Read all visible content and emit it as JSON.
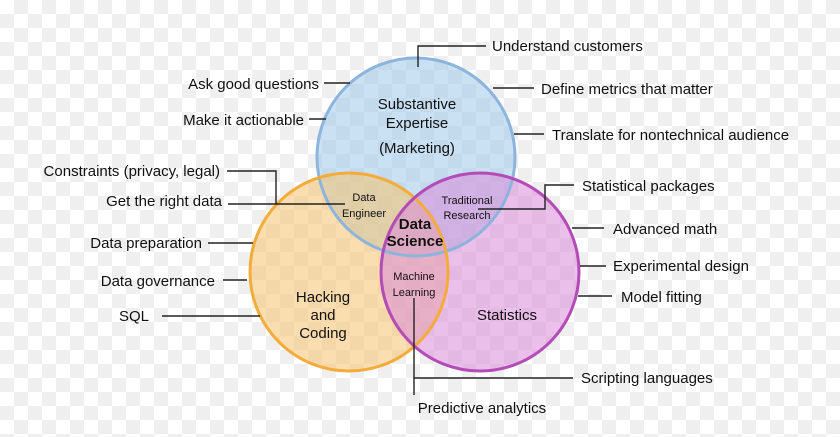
{
  "colors": {
    "expertise_fill": "#9ec6ea",
    "expertise_stroke": "#8db4dc",
    "hacking_fill": "#f6c36e",
    "hacking_stroke": "#f3ac3b",
    "statistics_fill": "#d98ad8",
    "statistics_stroke": "#b44cb8",
    "core_fill": "#e3a1a0"
  },
  "circles": {
    "expertise": {
      "line1": "Substantive",
      "line2": "Expertise",
      "line3": "(Marketing)"
    },
    "hacking": {
      "line1": "Hacking",
      "line2": "and",
      "line3": "Coding"
    },
    "statistics": {
      "line1": "Statistics"
    }
  },
  "overlaps": {
    "data_engineer": {
      "line1": "Data",
      "line2": "Engineer"
    },
    "traditional_research": {
      "line1": "Traditional",
      "line2": "Research"
    },
    "machine_learning": {
      "line1": "Machine",
      "line2": "Learning"
    },
    "data_science": {
      "line1": "Data",
      "line2": "Science"
    }
  },
  "labels": {
    "understand_customers": "Understand customers",
    "ask_good_questions": "Ask good questions",
    "define_metrics": "Define metrics that matter",
    "make_actionable": "Make it actionable",
    "translate": "Translate for nontechnical audience",
    "constraints": "Constraints (privacy, legal)",
    "get_right_data": "Get the right data",
    "statistical_packages": "Statistical packages",
    "data_preparation": "Data preparation",
    "advanced_math": "Advanced math",
    "experimental_design": "Experimental design",
    "data_governance": "Data governance",
    "model_fitting": "Model fitting",
    "sql": "SQL",
    "scripting_languages": "Scripting languages",
    "predictive_analytics": "Predictive analytics"
  }
}
